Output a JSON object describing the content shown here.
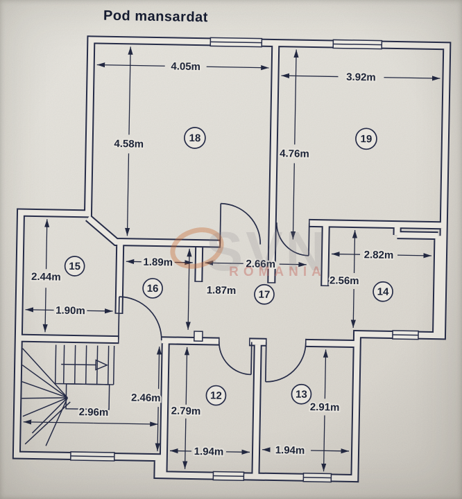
{
  "title": "Pod mansardat",
  "rooms": {
    "r18": {
      "number": "18",
      "width": "4.05m",
      "depth": "4.58m"
    },
    "r19": {
      "number": "19",
      "width": "3.92m",
      "depth": "4.76m"
    },
    "r15": {
      "number": "15",
      "width": "1.90m",
      "depth": "2.44m"
    },
    "r16": {
      "number": "16",
      "width": "1.89m",
      "depth": "1.87m"
    },
    "r17": {
      "number": "17",
      "width": "2.66m"
    },
    "r14": {
      "number": "14",
      "width": "2.82m",
      "depth": "2.56m"
    },
    "r12": {
      "number": "12",
      "width": "1.94m",
      "depth": "2.79m"
    },
    "r13": {
      "number": "13",
      "width": "1.94m",
      "depth": "2.91m"
    }
  },
  "stairs": {
    "width": "2.96m",
    "depth": "2.46m"
  },
  "watermark": {
    "brand": "SVN",
    "country": "ROMANIA"
  },
  "colors": {
    "ink": "#262c48",
    "paper": "#e7e4dd",
    "watermark_orange": "#c96a33",
    "watermark_red": "#c4655c"
  }
}
